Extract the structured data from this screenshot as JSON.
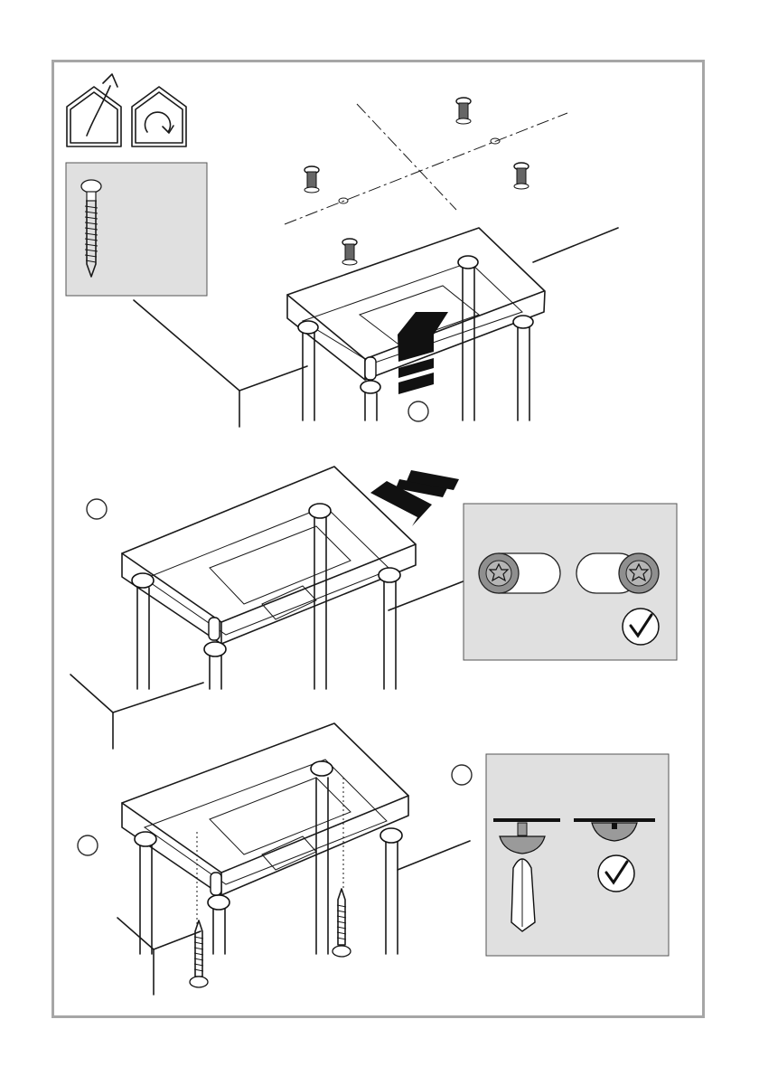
{
  "page": {
    "description_free": true
  },
  "icons": {
    "install_house": "house-arrow-icon",
    "rotate_house": "house-rotate-icon",
    "screw": "screw-icon",
    "check": "checkmark-icon"
  },
  "colors": {
    "frame": "#a6a6a6",
    "panel": "#e0e0e0",
    "ink": "#1a1a1a",
    "arrow": "#111111",
    "screw_fill": "#9a9a9a"
  },
  "steps": [
    {
      "id": "step-1"
    },
    {
      "id": "step-2"
    },
    {
      "id": "step-3"
    },
    {
      "id": "step-4"
    }
  ]
}
